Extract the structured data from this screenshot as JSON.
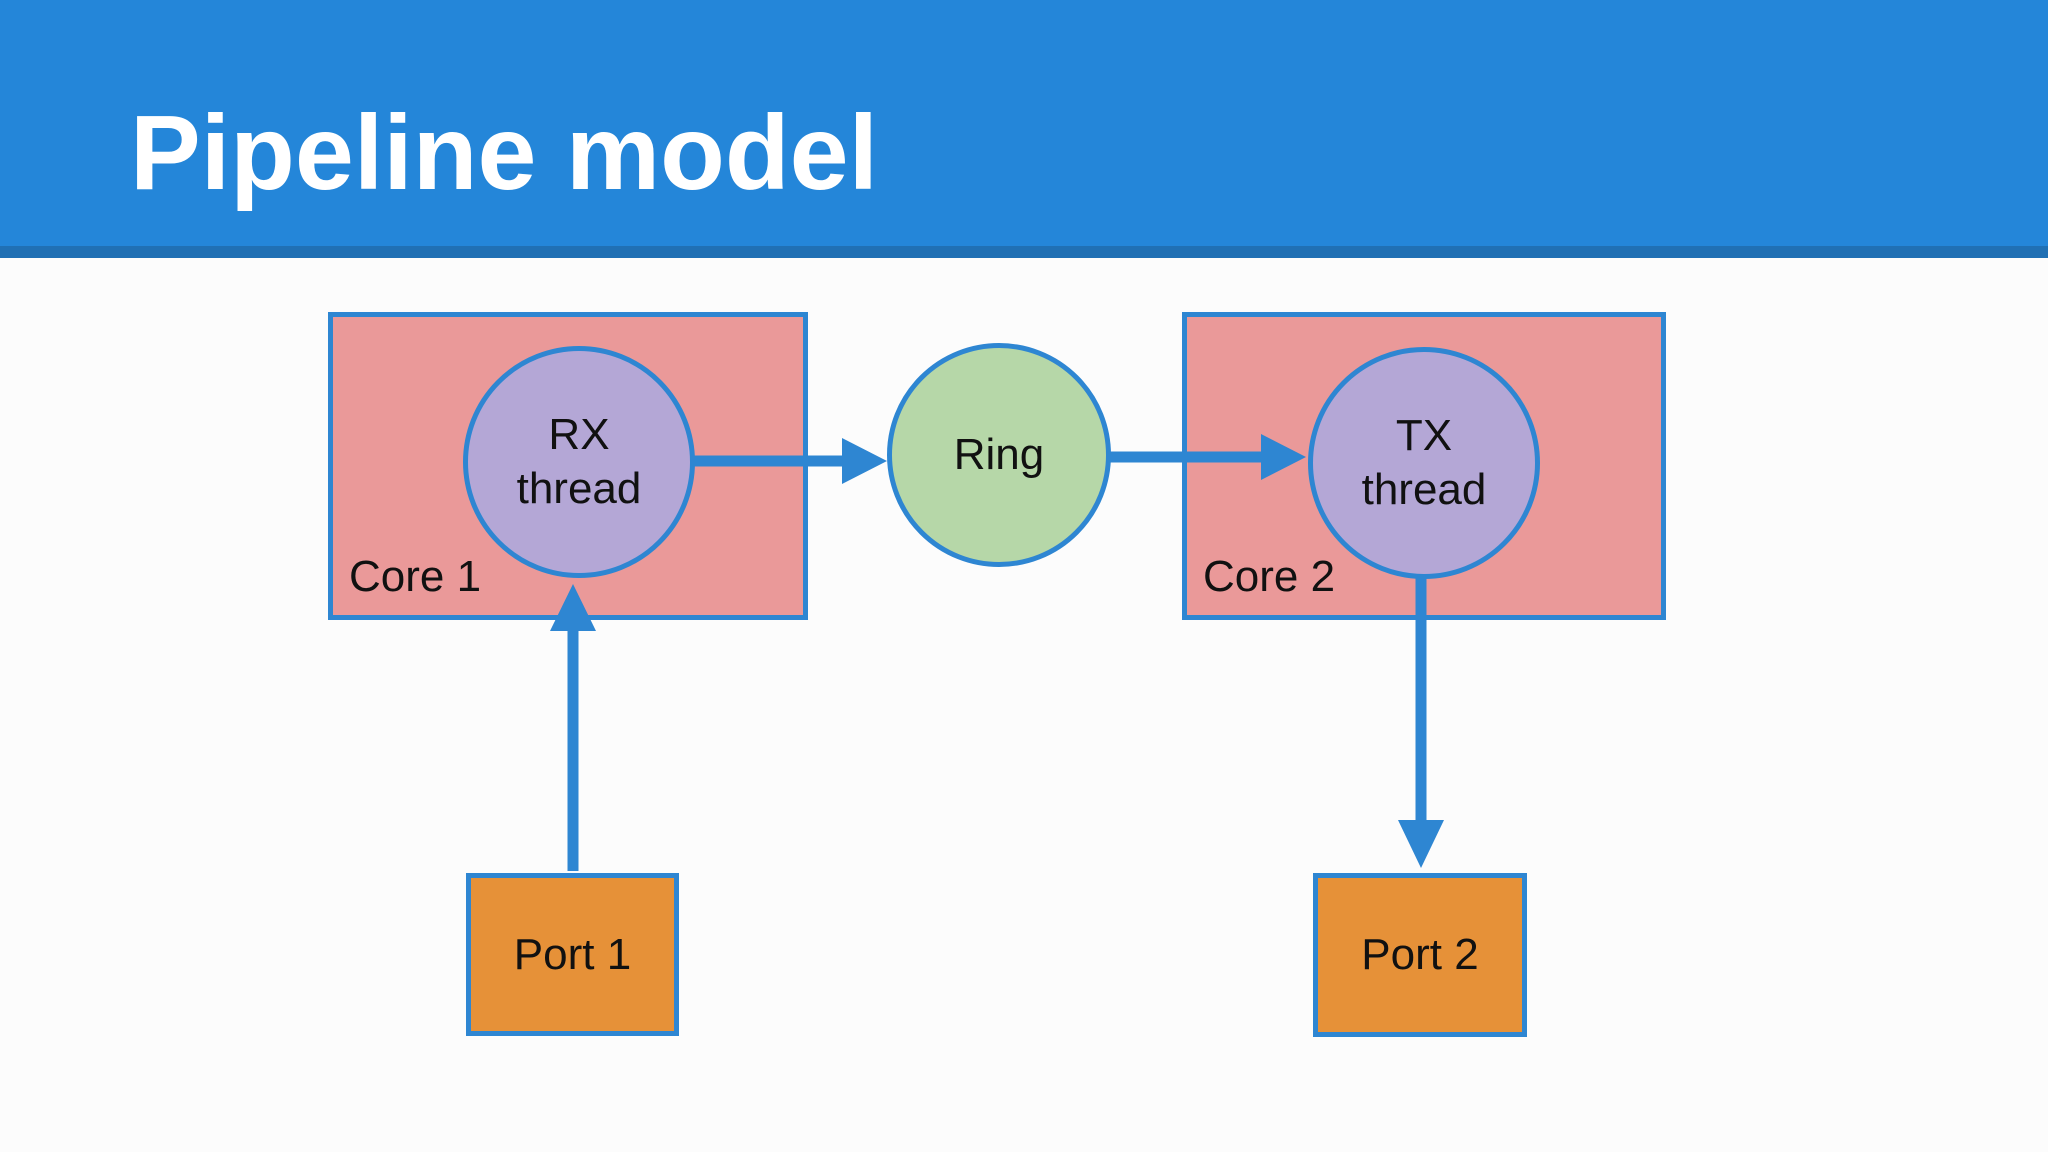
{
  "slide": {
    "title": "Pipeline model"
  },
  "diagram": {
    "type": "pipeline-flow",
    "nodes": {
      "core1": {
        "label": "Core 1",
        "kind": "cpu-core-container"
      },
      "core2": {
        "label": "Core 2",
        "kind": "cpu-core-container"
      },
      "rx_thread": {
        "label": "RX\nthread",
        "kind": "thread",
        "inside": "core1"
      },
      "tx_thread": {
        "label": "TX\nthread",
        "kind": "thread",
        "inside": "core2"
      },
      "ring": {
        "label": "Ring",
        "kind": "queue"
      },
      "port1": {
        "label": "Port 1",
        "kind": "nic-port"
      },
      "port2": {
        "label": "Port 2",
        "kind": "nic-port"
      }
    },
    "edges": [
      {
        "from": "port1",
        "to": "rx_thread",
        "direction": "up"
      },
      {
        "from": "rx_thread",
        "to": "ring",
        "direction": "right"
      },
      {
        "from": "ring",
        "to": "tx_thread",
        "direction": "right"
      },
      {
        "from": "tx_thread",
        "to": "port2",
        "direction": "down"
      }
    ],
    "colors": {
      "header_bg": "#2486d9",
      "header_accent_strip": "#2070b4",
      "title_text": "#ffffff",
      "core_fill": "#ea9999",
      "thread_fill": "#b4a7d6",
      "ring_fill": "#b6d7a8",
      "port_fill": "#e69138",
      "stroke_and_arrows": "#2e86d2",
      "label_text": "#111111",
      "slide_background": "#fcfcfc"
    }
  }
}
